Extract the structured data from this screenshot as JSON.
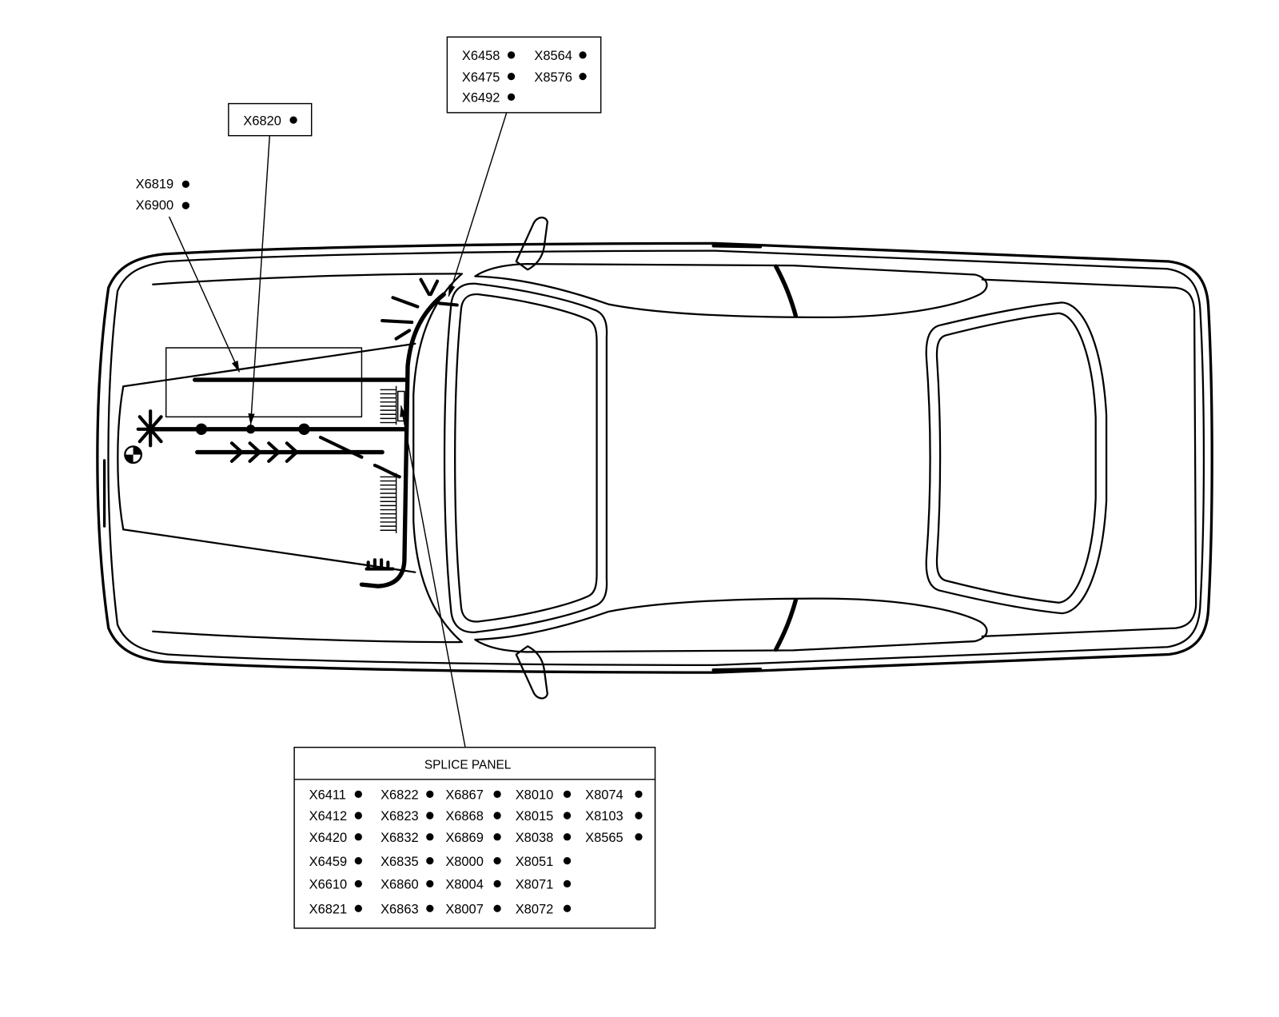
{
  "colors": {
    "ink": "#000000",
    "paper": "#ffffff"
  },
  "callouts": {
    "top": {
      "rows": [
        [
          "X6458",
          "X8564"
        ],
        [
          "X6475",
          "X8576"
        ],
        [
          "X6492"
        ]
      ]
    },
    "x6820_box": {
      "label": "X6820"
    },
    "left": {
      "labels": [
        "X6819",
        "X6900"
      ]
    }
  },
  "splice_panel": {
    "title": "SPLICE PANEL",
    "columns": [
      [
        "X6411",
        "X6412",
        "X6420",
        "X6459",
        "X6610",
        "X6821"
      ],
      [
        "X6822",
        "X6823",
        "X6832",
        "X6835",
        "X6860",
        "X6863"
      ],
      [
        "X6867",
        "X6868",
        "X6869",
        "X8000",
        "X8004",
        "X8007"
      ],
      [
        "X8010",
        "X8015",
        "X8038",
        "X8051",
        "X8071",
        "X8072"
      ],
      [
        "X8074",
        "X8103",
        "X8565"
      ]
    ]
  }
}
